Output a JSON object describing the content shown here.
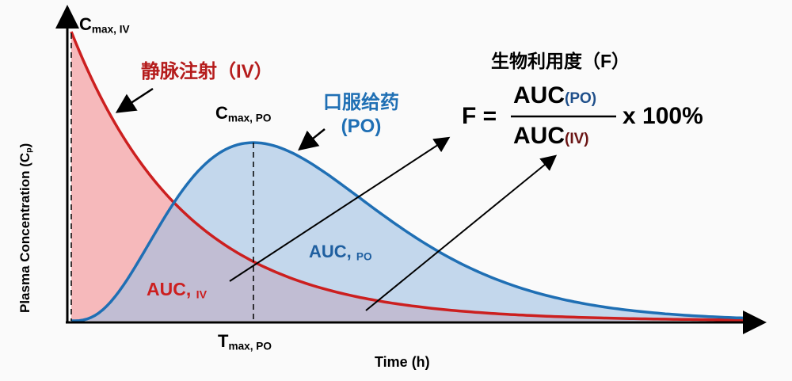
{
  "title": "生物利用度（F）",
  "formula": {
    "lhs": "F =",
    "numerator": "AUC",
    "numerator_sub": "(PO)",
    "denominator": "AUC",
    "denominator_sub": "(IV)",
    "multiplier": "x 100%"
  },
  "axes": {
    "y_label": "Plasma Concentration (C",
    "y_label_sub": "p",
    "y_label_end": ")",
    "x_label": "Time (h)"
  },
  "iv": {
    "label": "静脉注射（IV）",
    "cmax": "C",
    "cmax_sub": "max, IV",
    "auc": "AUC,",
    "auc_sub": "IV",
    "color": "#cc1f1f"
  },
  "po": {
    "label_line1": "口服给药",
    "label_line2": "(PO)",
    "cmax": "C",
    "cmax_sub": "max, PO",
    "tmax": "T",
    "tmax_sub": "max, PO",
    "auc": "AUC,",
    "auc_sub": "PO",
    "color": "#1f6fb4"
  }
}
